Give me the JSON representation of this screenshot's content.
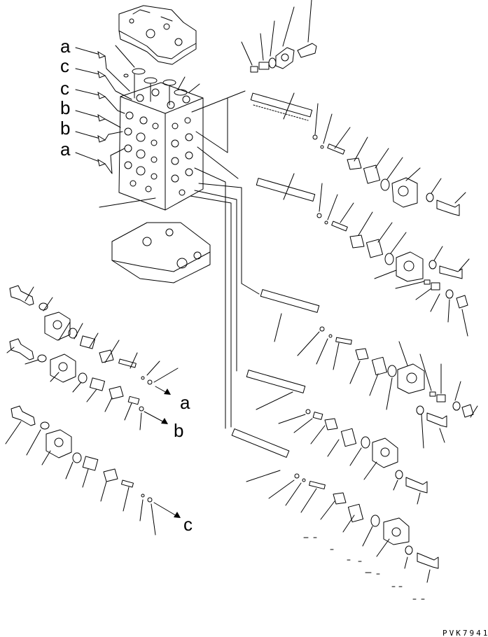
{
  "callouts": {
    "left": [
      "a",
      "c",
      "c",
      "b",
      "b",
      "a"
    ],
    "right": [
      "a",
      "b",
      "c"
    ]
  },
  "figure_code": "PVK7941",
  "colors": {
    "ink": "#000000",
    "paper": "#ffffff"
  }
}
